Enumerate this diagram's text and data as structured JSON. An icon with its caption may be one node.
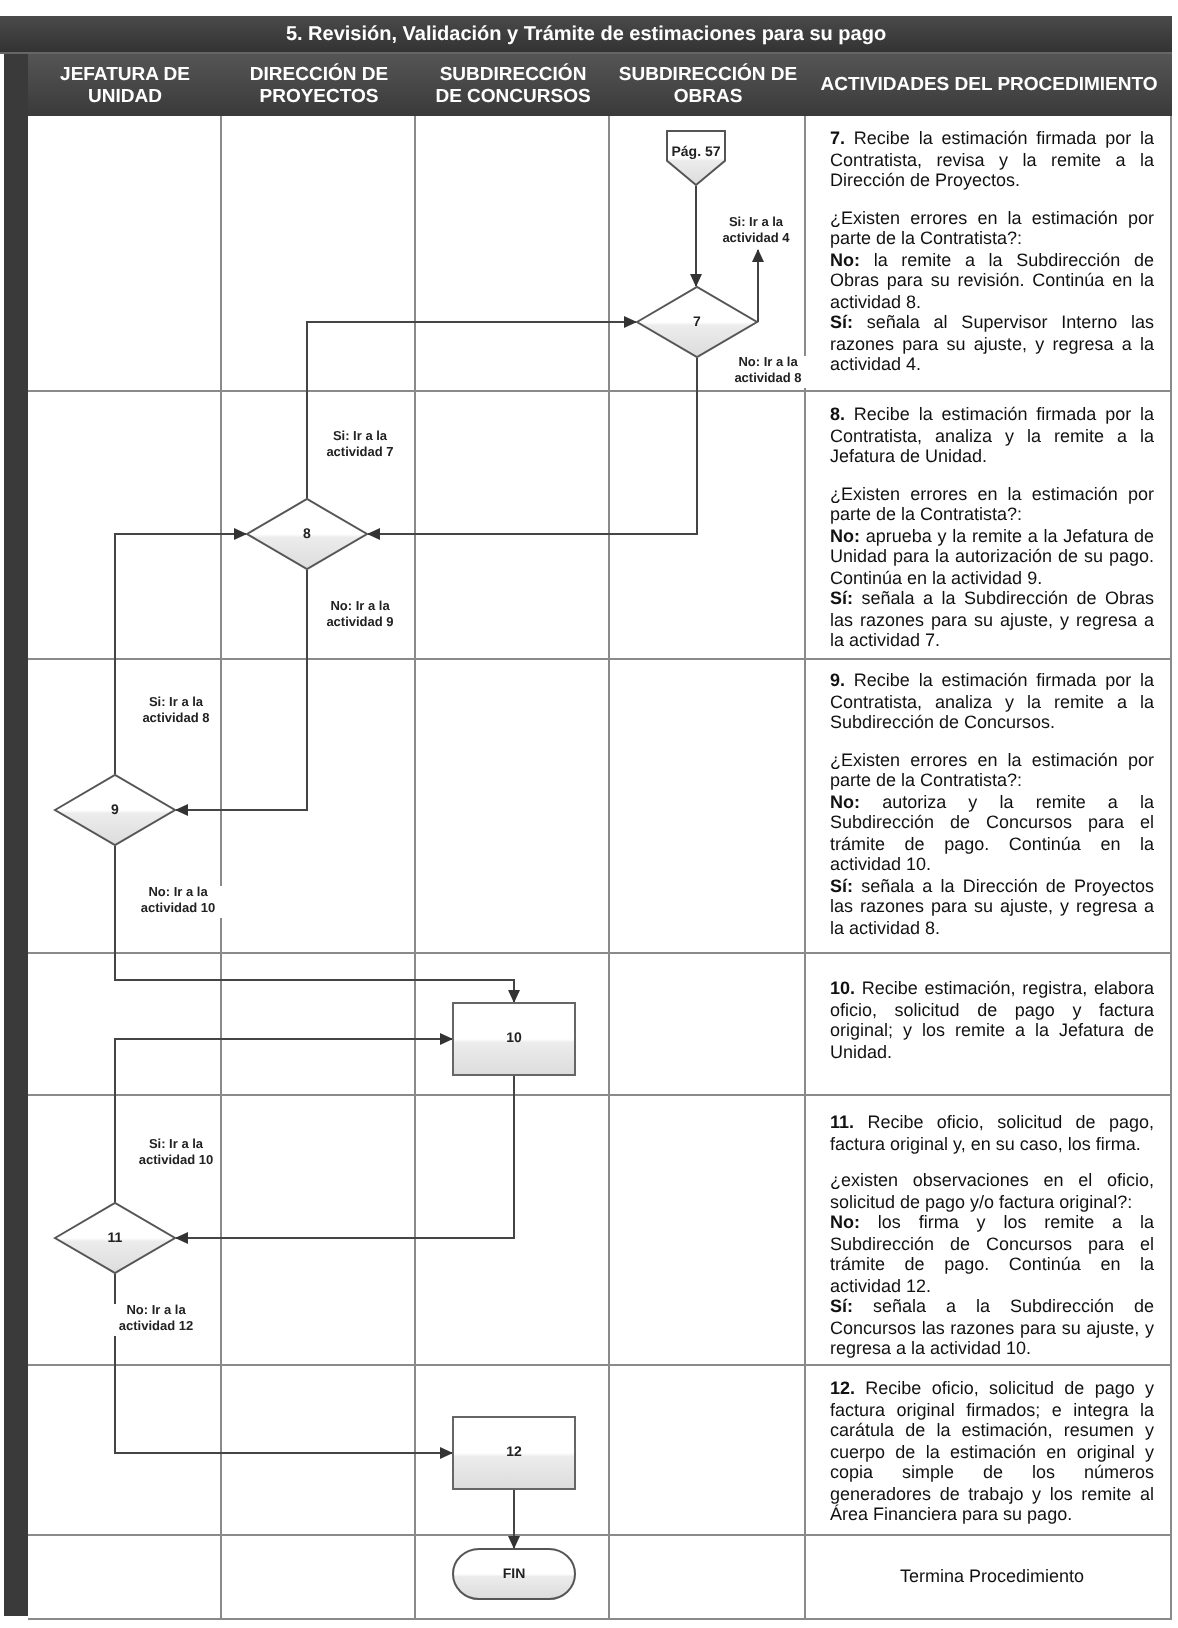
{
  "diagram": {
    "title": "5. Revisión, Validación y Trámite de estimaciones para su pago",
    "nodes": [
      {
        "text": [
          "Pág. 57"
        ]
      },
      {
        "text": [
          "7"
        ]
      },
      {
        "text": [
          "8"
        ]
      },
      {
        "text": [
          "9"
        ]
      },
      {
        "text": [
          "10"
        ]
      },
      {
        "text": [
          "11"
        ]
      },
      {
        "text": [
          "12"
        ]
      },
      {
        "text": [
          "FIN"
        ]
      }
    ],
    "edges": [
      {
        "from": 0,
        "to": 1,
        "arrow": "to"
      },
      {
        "from": 1,
        "to": null,
        "arrow": "to",
        "label": "Si: Ir a la actividad 4"
      },
      {
        "from": 1,
        "to": 2,
        "arrow": "to",
        "label": "No: Ir a la actividad 8"
      },
      {
        "from": 2,
        "to": 1,
        "arrow": "to",
        "label": "Si: Ir a la actividad 7"
      },
      {
        "from": 2,
        "to": 3,
        "arrow": "to",
        "label": "No: Ir a la actividad 9"
      },
      {
        "from": 3,
        "to": 2,
        "arrow": "to",
        "label": "Si: Ir a la actividad 8"
      },
      {
        "from": 3,
        "to": 4,
        "arrow": "to",
        "label": "No: Ir a la actividad 10"
      },
      {
        "from": 5,
        "to": 4,
        "arrow": "to",
        "label": "Si: Ir a la actividad 10"
      },
      {
        "from": 4,
        "to": 5,
        "arrow": "to"
      },
      {
        "from": 5,
        "to": 6,
        "arrow": "to",
        "label": "No: Ir a la actividad 12"
      },
      {
        "from": 6,
        "to": 7,
        "arrow": "to"
      }
    ],
    "labels": [
      "JEFATURA DE UNIDAD",
      "DIRECCIÓN DE PROYECTOS",
      "SUBDIRECCIÓN DE CONCURSOS",
      "SUBDIRECCIÓN DE OBRAS",
      "ACTIVIDADES DEL PROCEDIMIENTO",
      "**7.** Recibe la estimación firmada por la Contratista, revisa y la remite a la Dirección de Proyectos.",
      "¿Existen errores en la estimación por parte de la Contratista?:",
      "**No:** la remite a la Subdirección de Obras para su revisión. Continúa en la actividad 8.",
      "**Sí:** señala al Supervisor Interno las razones para su ajuste, y regresa a la actividad 4.",
      "**8.** Recibe la estimación firmada por la Contratista, analiza y la remite a la Jefatura de Unidad.",
      "¿Existen errores en la estimación por parte de la Contratista?:",
      "**No:** aprueba y la remite a la Jefatura de Unidad para la autorización de su pago. Continúa en la actividad 9.",
      "**Sí:** señala a la Subdirección de Obras las razones para su ajuste, y regresa a la actividad 7.",
      "**9.** Recibe la estimación firmada por la Contratista, analiza y la remite a la Subdirección de Concursos.",
      "¿Existen errores en la estimación por parte de la Contratista?:",
      "**No:** autoriza y la remite a la Subdirección de Concursos para el trámite de pago. Continúa en la actividad 10.",
      "**Sí:** señala a la Dirección de Proyectos las razones para su ajuste, y regresa a la actividad 8.",
      "**10.** Recibe estimación, registra, elabora oficio, solicitud de pago y factura original; y los remite a la Jefatura de Unidad.",
      "**11.** Recibe oficio, solicitud de pago, factura original y, en su caso, los firma.",
      "¿existen observaciones en el oficio, solicitud de pago y/o factura original?:",
      "**No:** los firma y los remite a la Subdirección de Concursos para el trámite de pago. Continúa en la actividad 12.",
      "**Sí:** señala a la Subdirección de Concursos las razones para su ajuste, y regresa a la actividad 10.",
      "**12.** Recibe oficio, solicitud de pago y factura original firmados; e integra la carátula de la estimación, resumen y cuerpo de la estimación en original y copia simple de los números generadores de trabajo y los remite al Área Financiera para su pago.",
      "Termina Procedimiento"
    ]
  }
}
